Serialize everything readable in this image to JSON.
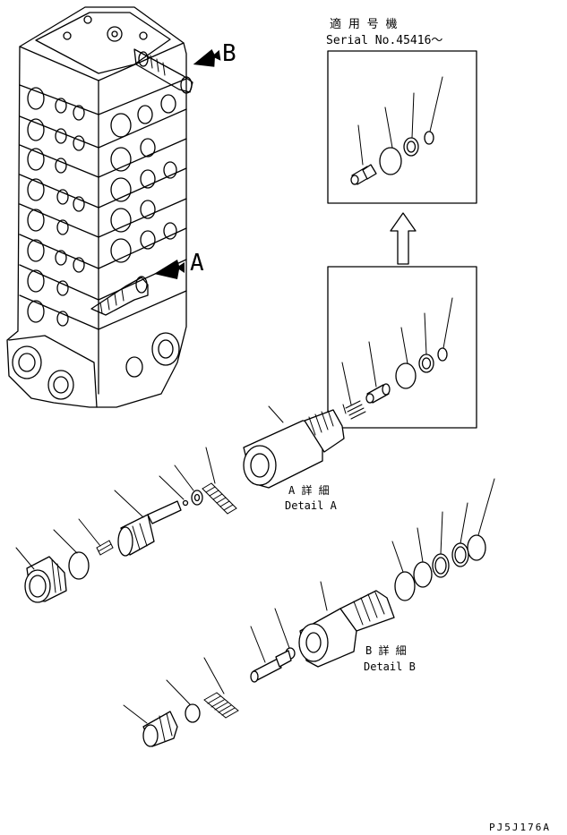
{
  "callouts": {
    "view_a": "A",
    "view_b": "B"
  },
  "applicable": {
    "line1": "適 用 号 機",
    "line2": "Serial No.45416～"
  },
  "detail_a": {
    "jp": "A 詳 細",
    "en": "Detail A"
  },
  "detail_b": {
    "jp": "B 詳 細",
    "en": "Detail B"
  },
  "drawing_id": "PJ5J176A"
}
